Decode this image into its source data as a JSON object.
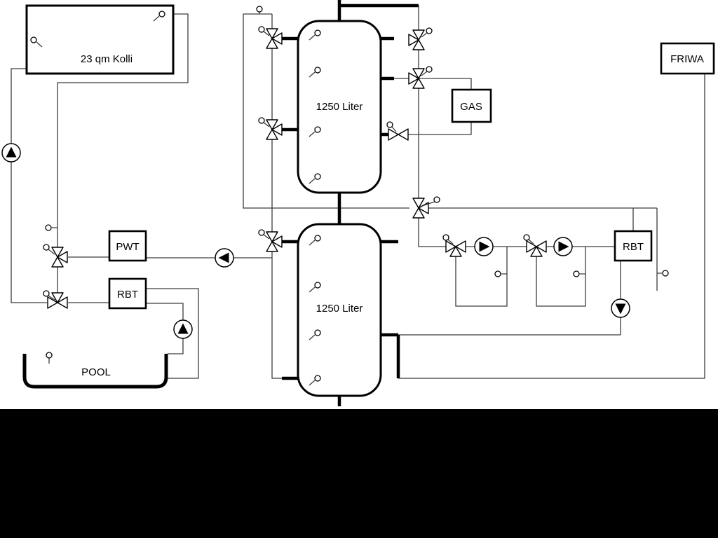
{
  "diagram": {
    "labels": {
      "collector": "23 qm Kolli",
      "tank_top": "1250 Liter",
      "tank_bottom": "1250 Liter",
      "gas": "GAS",
      "friwa": "FRIWA",
      "pwt": "PWT",
      "rbt_left": "RBT",
      "rbt_right": "RBT",
      "pool": "POOL"
    },
    "colors": {
      "background": "#ffffff",
      "line": "#000000",
      "letterbox": "#000000"
    }
  }
}
